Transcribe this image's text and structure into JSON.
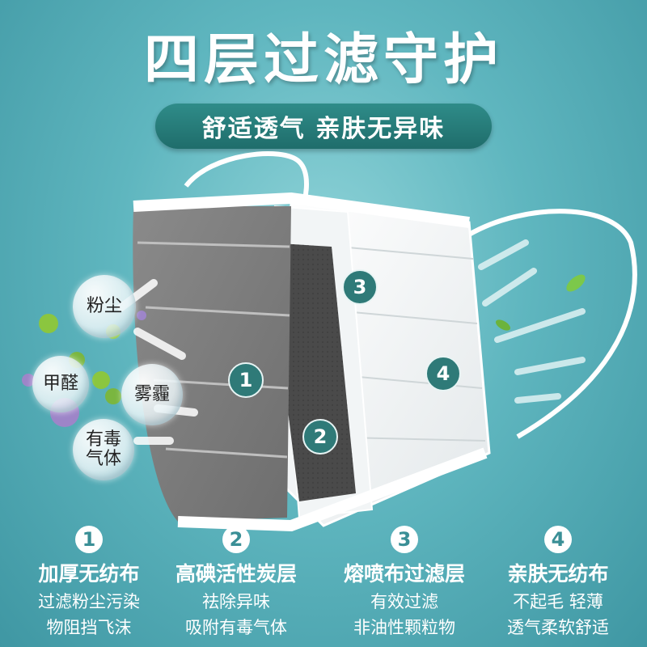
{
  "header": {
    "title": "四层过滤守护",
    "subtitle": "舒适透气  亲肤无异味"
  },
  "pollutants": [
    "粉尘",
    "甲醛",
    "雾霾",
    "有毒\n气体"
  ],
  "layer_badges": [
    "1",
    "2",
    "3",
    "4"
  ],
  "layers": [
    {
      "num": "1",
      "title": "加厚无纺布",
      "lines": [
        "过滤粉尘污染",
        "物阻挡飞沫"
      ]
    },
    {
      "num": "2",
      "title": "高碘活性炭层",
      "lines": [
        "祛除异味",
        "吸附有毒气体"
      ]
    },
    {
      "num": "3",
      "title": "熔喷布过滤层",
      "lines": [
        "有效过滤",
        "非油性颗粒物"
      ]
    },
    {
      "num": "4",
      "title": "亲肤无纺布",
      "lines": [
        "不起毛 轻薄",
        "透气柔软舒适"
      ]
    }
  ],
  "colors": {
    "accent": "#2f7a78",
    "background": "#5fb6bf",
    "carbon": "#4a4a4a"
  },
  "icons": [
    "virus-icon",
    "arrow-icon",
    "leaf-icon"
  ]
}
